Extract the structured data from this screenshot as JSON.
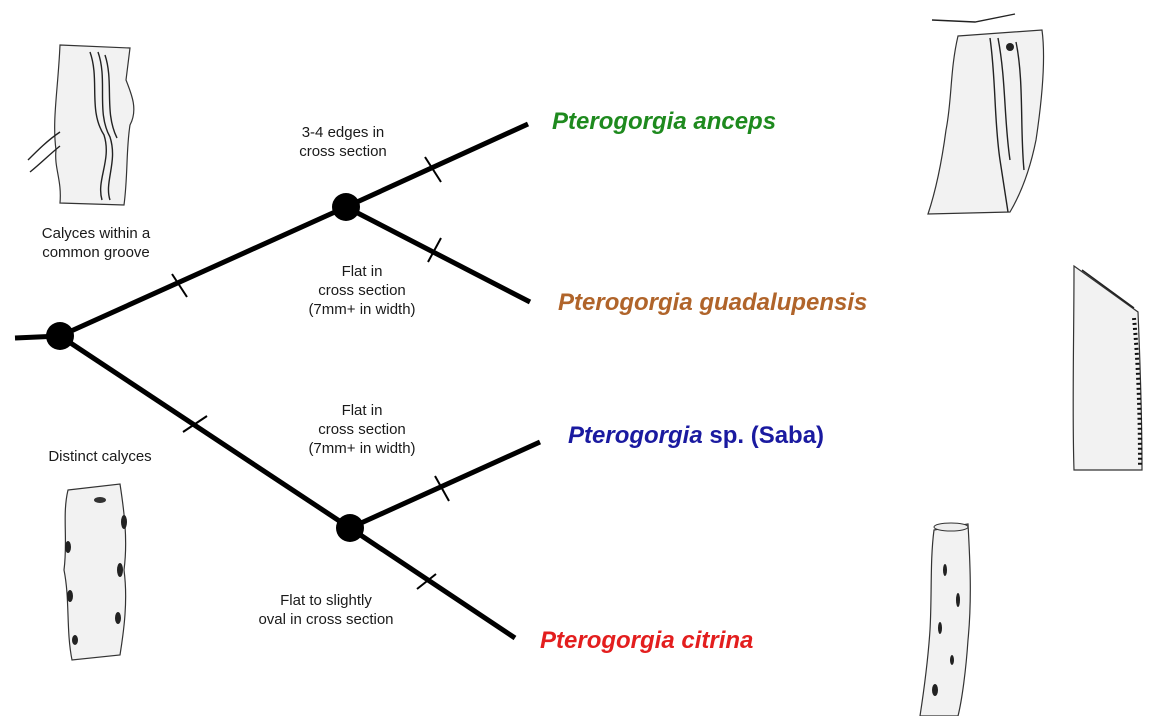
{
  "notes": {
    "edges_line1": "3-4 edges in",
    "edges_line2": "cross section",
    "groove_line1": "Calyces within a",
    "groove_line2": "common groove",
    "flat_upper_line1": "Flat in",
    "flat_upper_line2": "cross section",
    "flat_upper_line3": "(7mm+ in width)",
    "flat_lower_line1": "Flat in",
    "flat_lower_line2": "cross section",
    "flat_lower_line3": "(7mm+ in width)",
    "distinct": "Distinct calyces",
    "oval_line1": "Flat to slightly",
    "oval_line2": "oval in cross section"
  },
  "species": {
    "anceps": {
      "label": "Pterogorgia anceps",
      "color": "#1e8a1e"
    },
    "guadalupensis": {
      "label": "Pterogorgia guadalupensis",
      "color": "#b0642a"
    },
    "saba": {
      "italic": "Pterogorgia",
      "plain": " sp. (Saba)",
      "color": "#1a1aa0"
    },
    "citrina": {
      "label": "Pterogorgia citrina",
      "color": "#e31e1e"
    }
  },
  "colors": {
    "line": "#000000"
  }
}
